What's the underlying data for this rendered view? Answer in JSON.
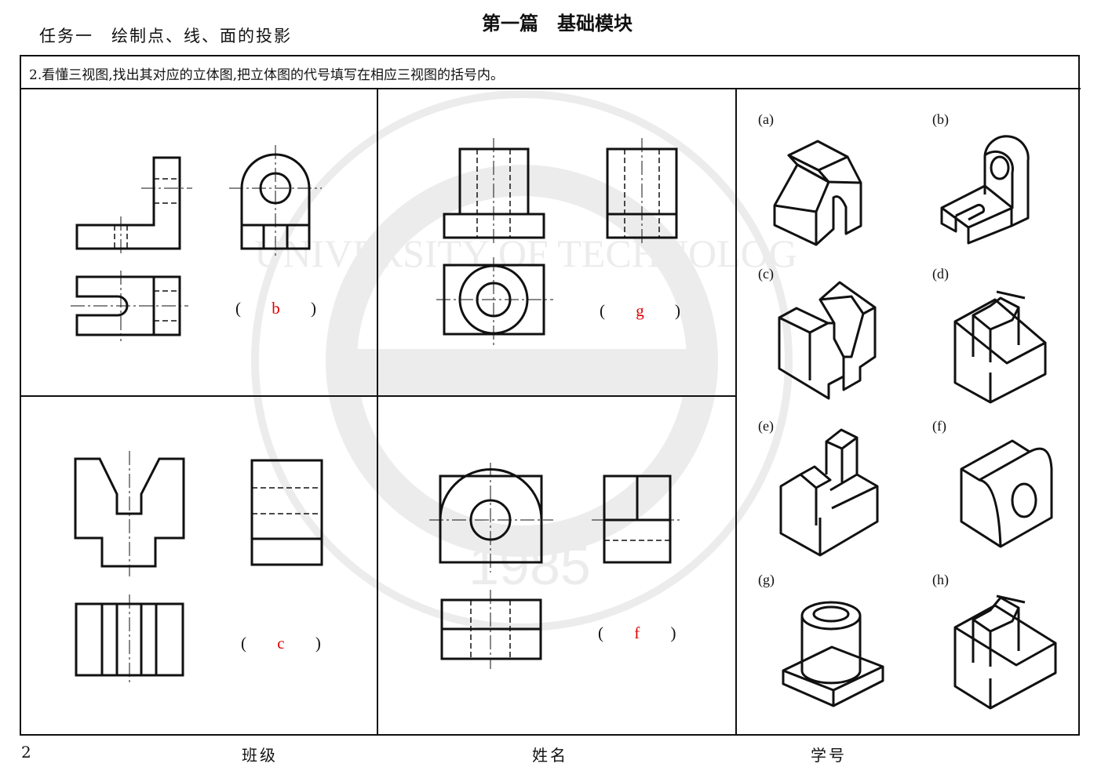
{
  "header": {
    "task": "任务一　绘制点、线、面的投影",
    "section": "第一篇　基础模块"
  },
  "instruction": "2.看懂三视图,找出其对应的立体图,把立体图的代号填写在相应三视图的括号内。",
  "answers": [
    {
      "open": "(",
      "value": "b",
      "close": ")"
    },
    {
      "open": "(",
      "value": "g",
      "close": ")"
    },
    {
      "open": "(",
      "value": "c",
      "close": ")"
    },
    {
      "open": "(",
      "value": "f",
      "close": ")"
    }
  ],
  "figures": [
    "(a)",
    "(b)",
    "(c)",
    "(d)",
    "(e)",
    "(f)",
    "(g)",
    "(h)"
  ],
  "watermark": {
    "text": "DALIAN UNIVERSITY OF TECHNOLOGY PRESS",
    "year": "1985"
  },
  "footer": {
    "page_number": "2",
    "class_label": "班级",
    "name_label": "姓名",
    "id_label": "学号"
  },
  "colors": {
    "ink": "#111111",
    "answer": "#e00000",
    "watermark": "#ececec"
  }
}
